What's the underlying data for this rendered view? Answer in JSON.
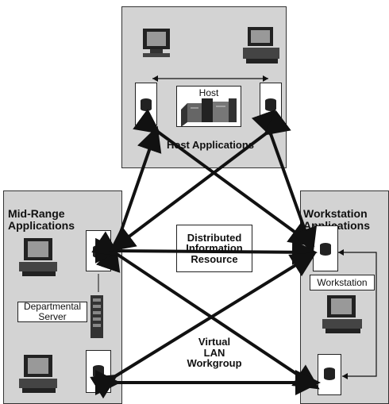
{
  "labels": {
    "host": "Host",
    "host_applications": "Host Applications",
    "midrange_line1": "Mid-Range",
    "midrange_line2": "Applications",
    "workstation_apps_line1": "Workstation",
    "workstation_apps_line2": "Applications",
    "distributed_line1": "Distributed",
    "distributed_line2": "Information",
    "distributed_line3": "Resource",
    "workstation_box": "Workstation",
    "departmental_line1": "Departmental",
    "departmental_line2": "Server",
    "virtual_line1": "Virtual",
    "virtual_line2": "LAN",
    "virtual_line3": "Workgroup"
  },
  "colors": {
    "panel": "#d3d3d3",
    "arrow": "#111111"
  },
  "icons": [
    "monitor-icon",
    "computer-icon",
    "database-icon",
    "mainframe-icon",
    "server-rack-icon"
  ]
}
